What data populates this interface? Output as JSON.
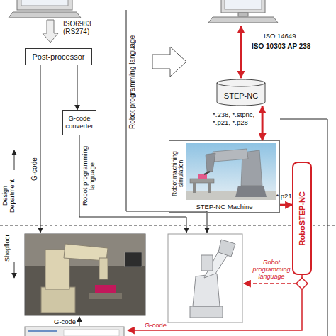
{
  "diagram": {
    "nodes": [
      {
        "text": [
          "Post-processor"
        ]
      },
      {
        "text": [
          "G-code converter"
        ]
      },
      {
        "text": [
          "STEP-NC"
        ]
      },
      {
        "text": [
          "Robot machining simulation",
          "STEP-NC Machine"
        ]
      },
      {
        "text": [
          "RoboSTEP-NC"
        ]
      }
    ],
    "edges": [
      {
        "from": 0,
        "to": 1,
        "arrow": "to"
      },
      {
        "from": 2,
        "to": 3,
        "arrow": "both",
        "label": "*.238, *.stpnc, *.p21, *.p28"
      },
      {
        "from": 3,
        "to": 4,
        "arrow": "to",
        "label": "*.p21"
      }
    ],
    "labels": [
      "ISO6983 (RS274)",
      "G-code",
      "Robot programming language",
      "Robot programming language",
      "ISO 14649",
      "ISO 10303 AP 238",
      "Design Department",
      "Shopfloor",
      "Robot programming language",
      "G-code",
      "G-code"
    ]
  }
}
